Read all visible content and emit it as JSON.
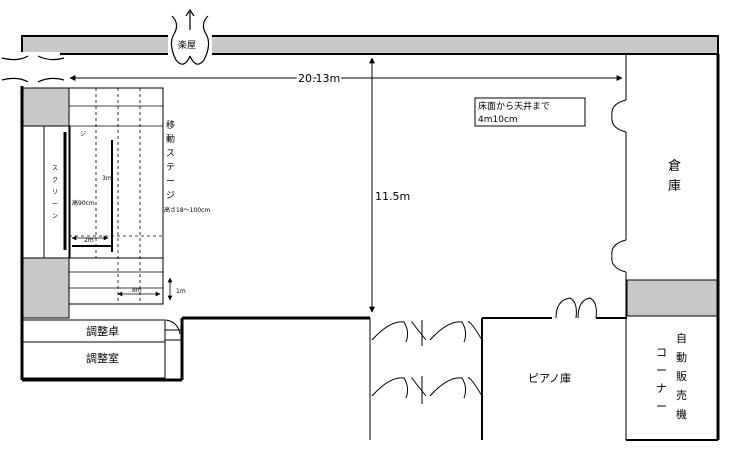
{
  "labels": {
    "gakuya": "楽屋",
    "width_dim": "20.13m",
    "height_dim": "11.5m",
    "ceiling_line1": "床面から天井まで",
    "ceiling_line2": "4m10cm",
    "souko": [
      "倉",
      "庫"
    ],
    "idou_stage": [
      "移",
      "動",
      "ス",
      "テ",
      "ー",
      "ジ"
    ],
    "stage_height": "高さ18～100cm",
    "stage_top_ji": "ジ",
    "screen": [
      "ス",
      "ク",
      "リ",
      "ー",
      "ン"
    ],
    "screen_height": "高90cm",
    "dim_3m": "3m",
    "dim_2m": "2m",
    "dim_8m": "8m",
    "dim_1m": "1m",
    "choseitaku": "調整卓",
    "choseishitsu": "調整室",
    "piano_room": "ピアノ庫",
    "vending_col1": [
      "自",
      "動",
      "販",
      "売",
      "機"
    ],
    "vending_col2": [
      "コ",
      "ー",
      "ナ",
      "ー"
    ]
  },
  "colors": {
    "wall": "#c8c8c8",
    "line": "#000000",
    "background": "#ffffff"
  }
}
